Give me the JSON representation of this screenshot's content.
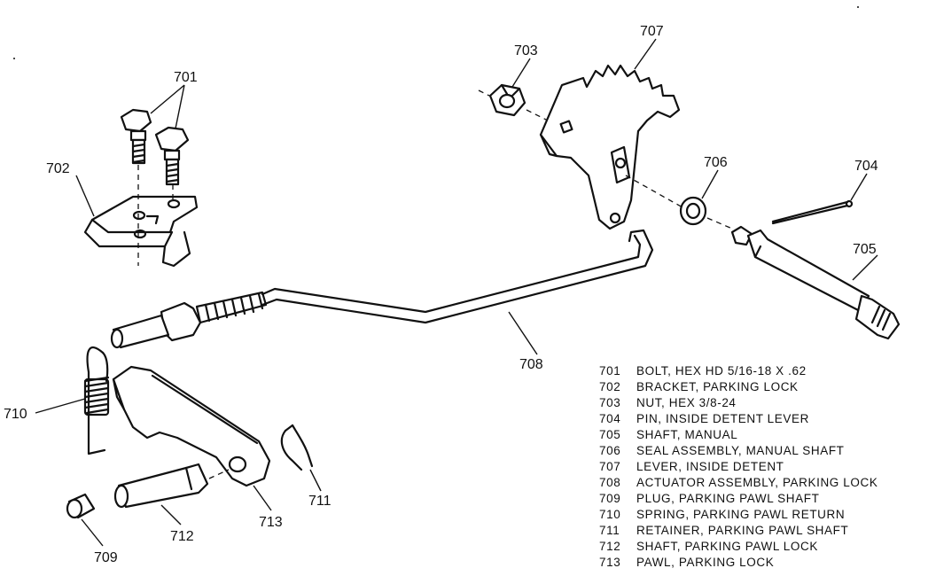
{
  "callouts": {
    "c701": "701",
    "c702": "702",
    "c703": "703",
    "c704": "704",
    "c705": "705",
    "c706": "706",
    "c707": "707",
    "c708": "708",
    "c709": "709",
    "c710": "710",
    "c711": "711",
    "c712": "712",
    "c713": "713"
  },
  "legend": [
    {
      "num": "701",
      "desc": "BOLT, HEX HD 5/16-18 X .62"
    },
    {
      "num": "702",
      "desc": "BRACKET, PARKING LOCK"
    },
    {
      "num": "703",
      "desc": "NUT, HEX 3/8-24"
    },
    {
      "num": "704",
      "desc": "PIN, INSIDE DETENT LEVER"
    },
    {
      "num": "705",
      "desc": "SHAFT, MANUAL"
    },
    {
      "num": "706",
      "desc": "SEAL ASSEMBLY, MANUAL SHAFT"
    },
    {
      "num": "707",
      "desc": "LEVER, INSIDE DETENT"
    },
    {
      "num": "708",
      "desc": "ACTUATOR ASSEMBLY, PARKING LOCK"
    },
    {
      "num": "709",
      "desc": "PLUG, PARKING PAWL SHAFT"
    },
    {
      "num": "710",
      "desc": "SPRING, PARKING PAWL RETURN"
    },
    {
      "num": "711",
      "desc": "RETAINER, PARKING PAWL SHAFT"
    },
    {
      "num": "712",
      "desc": "SHAFT, PARKING PAWL LOCK"
    },
    {
      "num": "713",
      "desc": "PAWL, PARKING LOCK"
    }
  ]
}
